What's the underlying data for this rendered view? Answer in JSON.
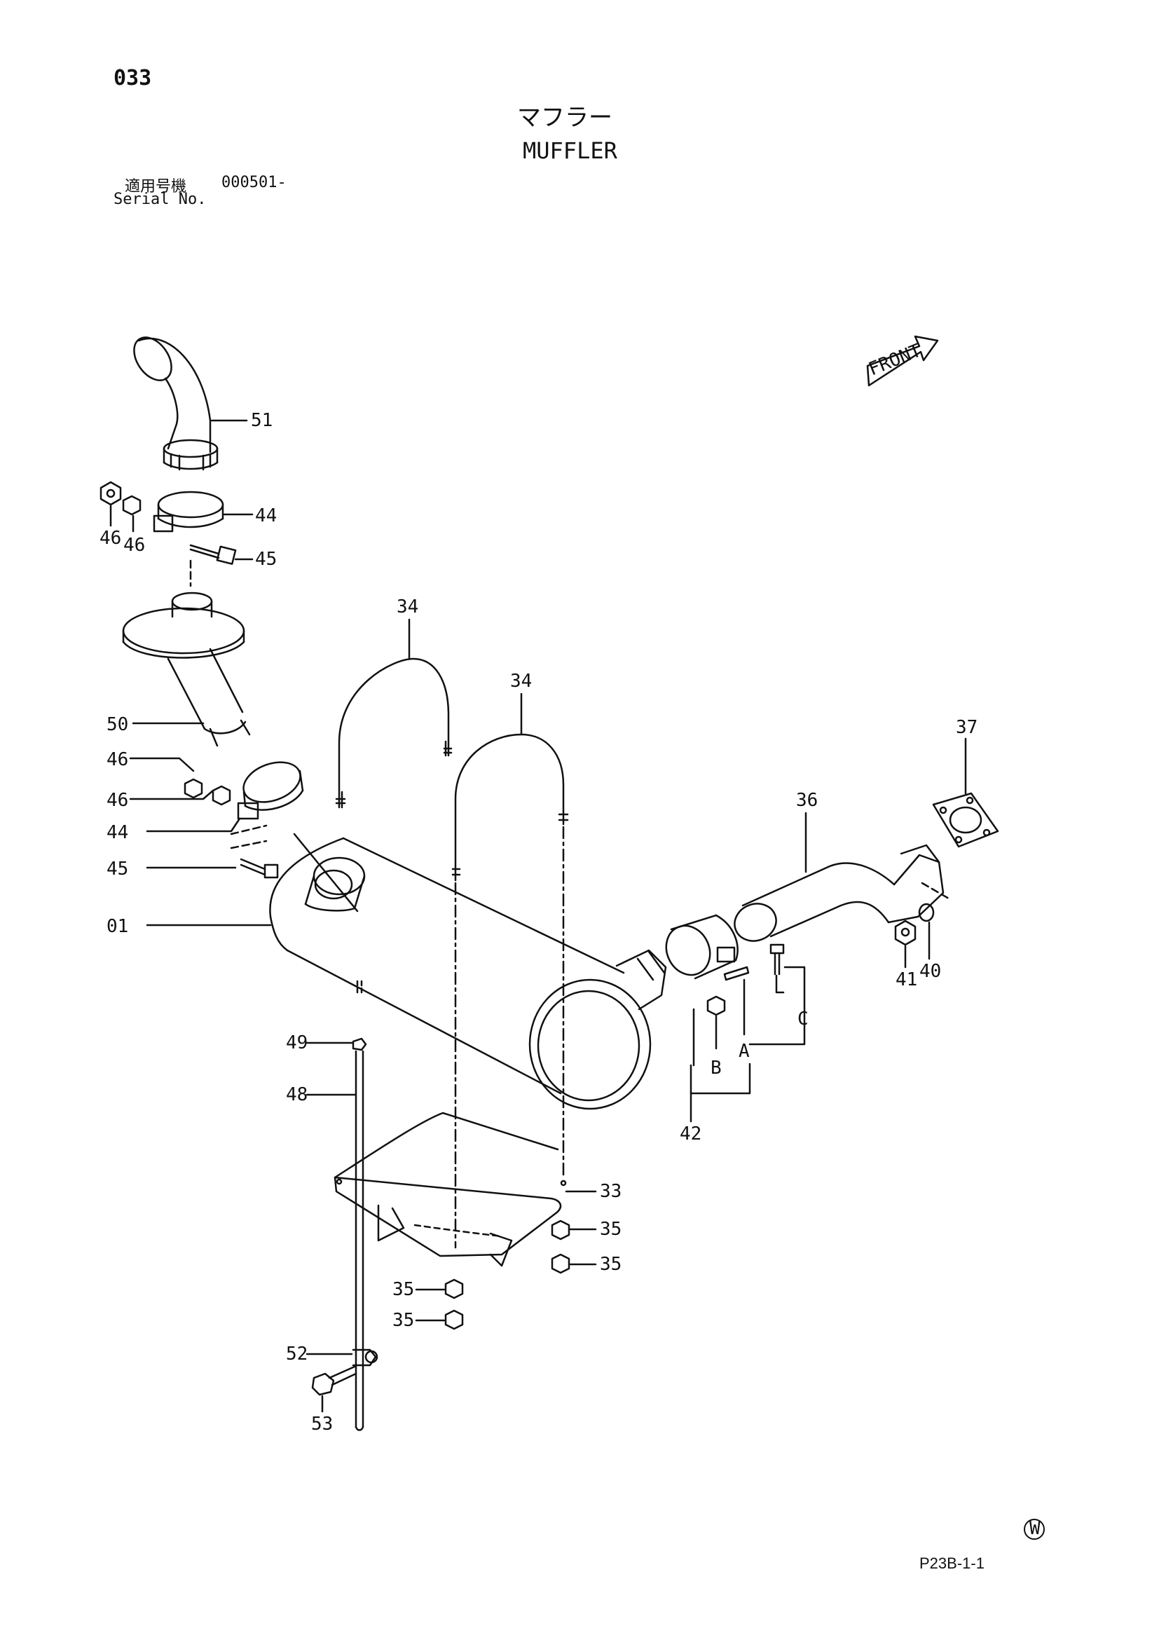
{
  "header": {
    "page_number": "033",
    "title_jp": "マフラー",
    "title_en": "MUFFLER",
    "serial_label_jp": "適用号機",
    "serial_value": "000501-",
    "serial_label_en": "Serial No."
  },
  "footer": {
    "code": "P23B-1-1",
    "mark": "W"
  },
  "front_label": "FRONT",
  "callouts": {
    "c51": "51",
    "c44a": "44",
    "c46a": "46",
    "c46b": "46",
    "c45a": "45",
    "c34a": "34",
    "c34b": "34",
    "c37": "37",
    "c36": "36",
    "c50": "50",
    "c46c": "46",
    "c46d": "46",
    "c44b": "44",
    "c45b": "45",
    "c01": "01",
    "c41": "41",
    "c40": "40",
    "cC": "C",
    "cA": "A",
    "cB": "B",
    "c49": "49",
    "c48": "48",
    "c42": "42",
    "c33": "33",
    "c35a": "35",
    "c35b": "35",
    "c35c": "35",
    "c35d": "35",
    "c52": "52",
    "c53": "53"
  }
}
